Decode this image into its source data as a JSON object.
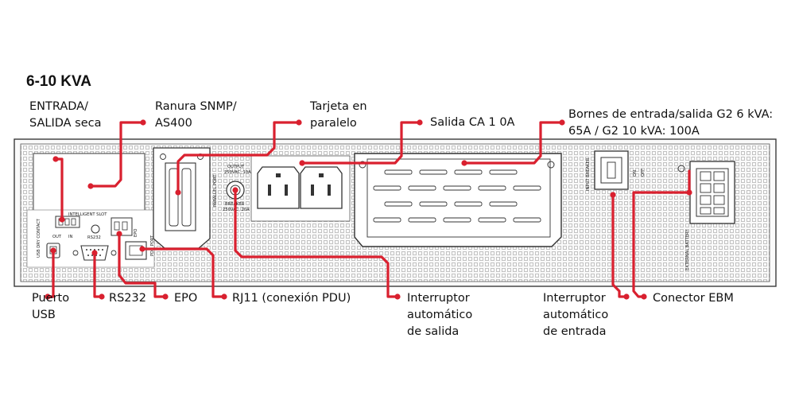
{
  "title": "6-10 KVA",
  "labels": {
    "entrada_salida_seca": "ENTRADA/\nSALIDA seca",
    "ranura_snmp": "Ranura SNMP/\nAS400",
    "tarjeta_paralelo": "Tarjeta en\nparalelo",
    "salida_ca": "Salida CA 1 0A",
    "bornes": "Bornes de entrada/salida G2 6 kVA:\n65A / G2 10 kVA: 100A",
    "puerto_usb": "Puerto\nUSB",
    "rs232": "RS232",
    "epo": "EPO",
    "rj11": "RJ11 (conexión PDU)",
    "interruptor_salida": "Interruptor\nautomático\nde salida",
    "interruptor_entrada": "Interruptor\nautomático\n de entrada",
    "conector_ebm": "Conector EBM"
  },
  "panel_text": {
    "usb_dry_contact": "USB DRY CONTACT",
    "intelligent_slot": "INTELLIGENT SLOT",
    "out": "OUT",
    "in": "IN",
    "rs232": "RS232",
    "epo": "EPO",
    "pdu_port": "PDU PORT",
    "parallel_port": "PARALLEL PORT",
    "output": "OUTPUT",
    "output_rating": "250VAC, 10A",
    "breaker": "BREAKER",
    "breaker_rating": "250VAC, 20A",
    "input_breaker": "INPUT BREAKER",
    "on": "ON",
    "off": "OFF",
    "external_battery": "EXTERNAL BATTERY"
  },
  "colors": {
    "callout": "#d9202f",
    "panel_stroke": "#3a3a3a",
    "grille": "#b5b5b5"
  }
}
